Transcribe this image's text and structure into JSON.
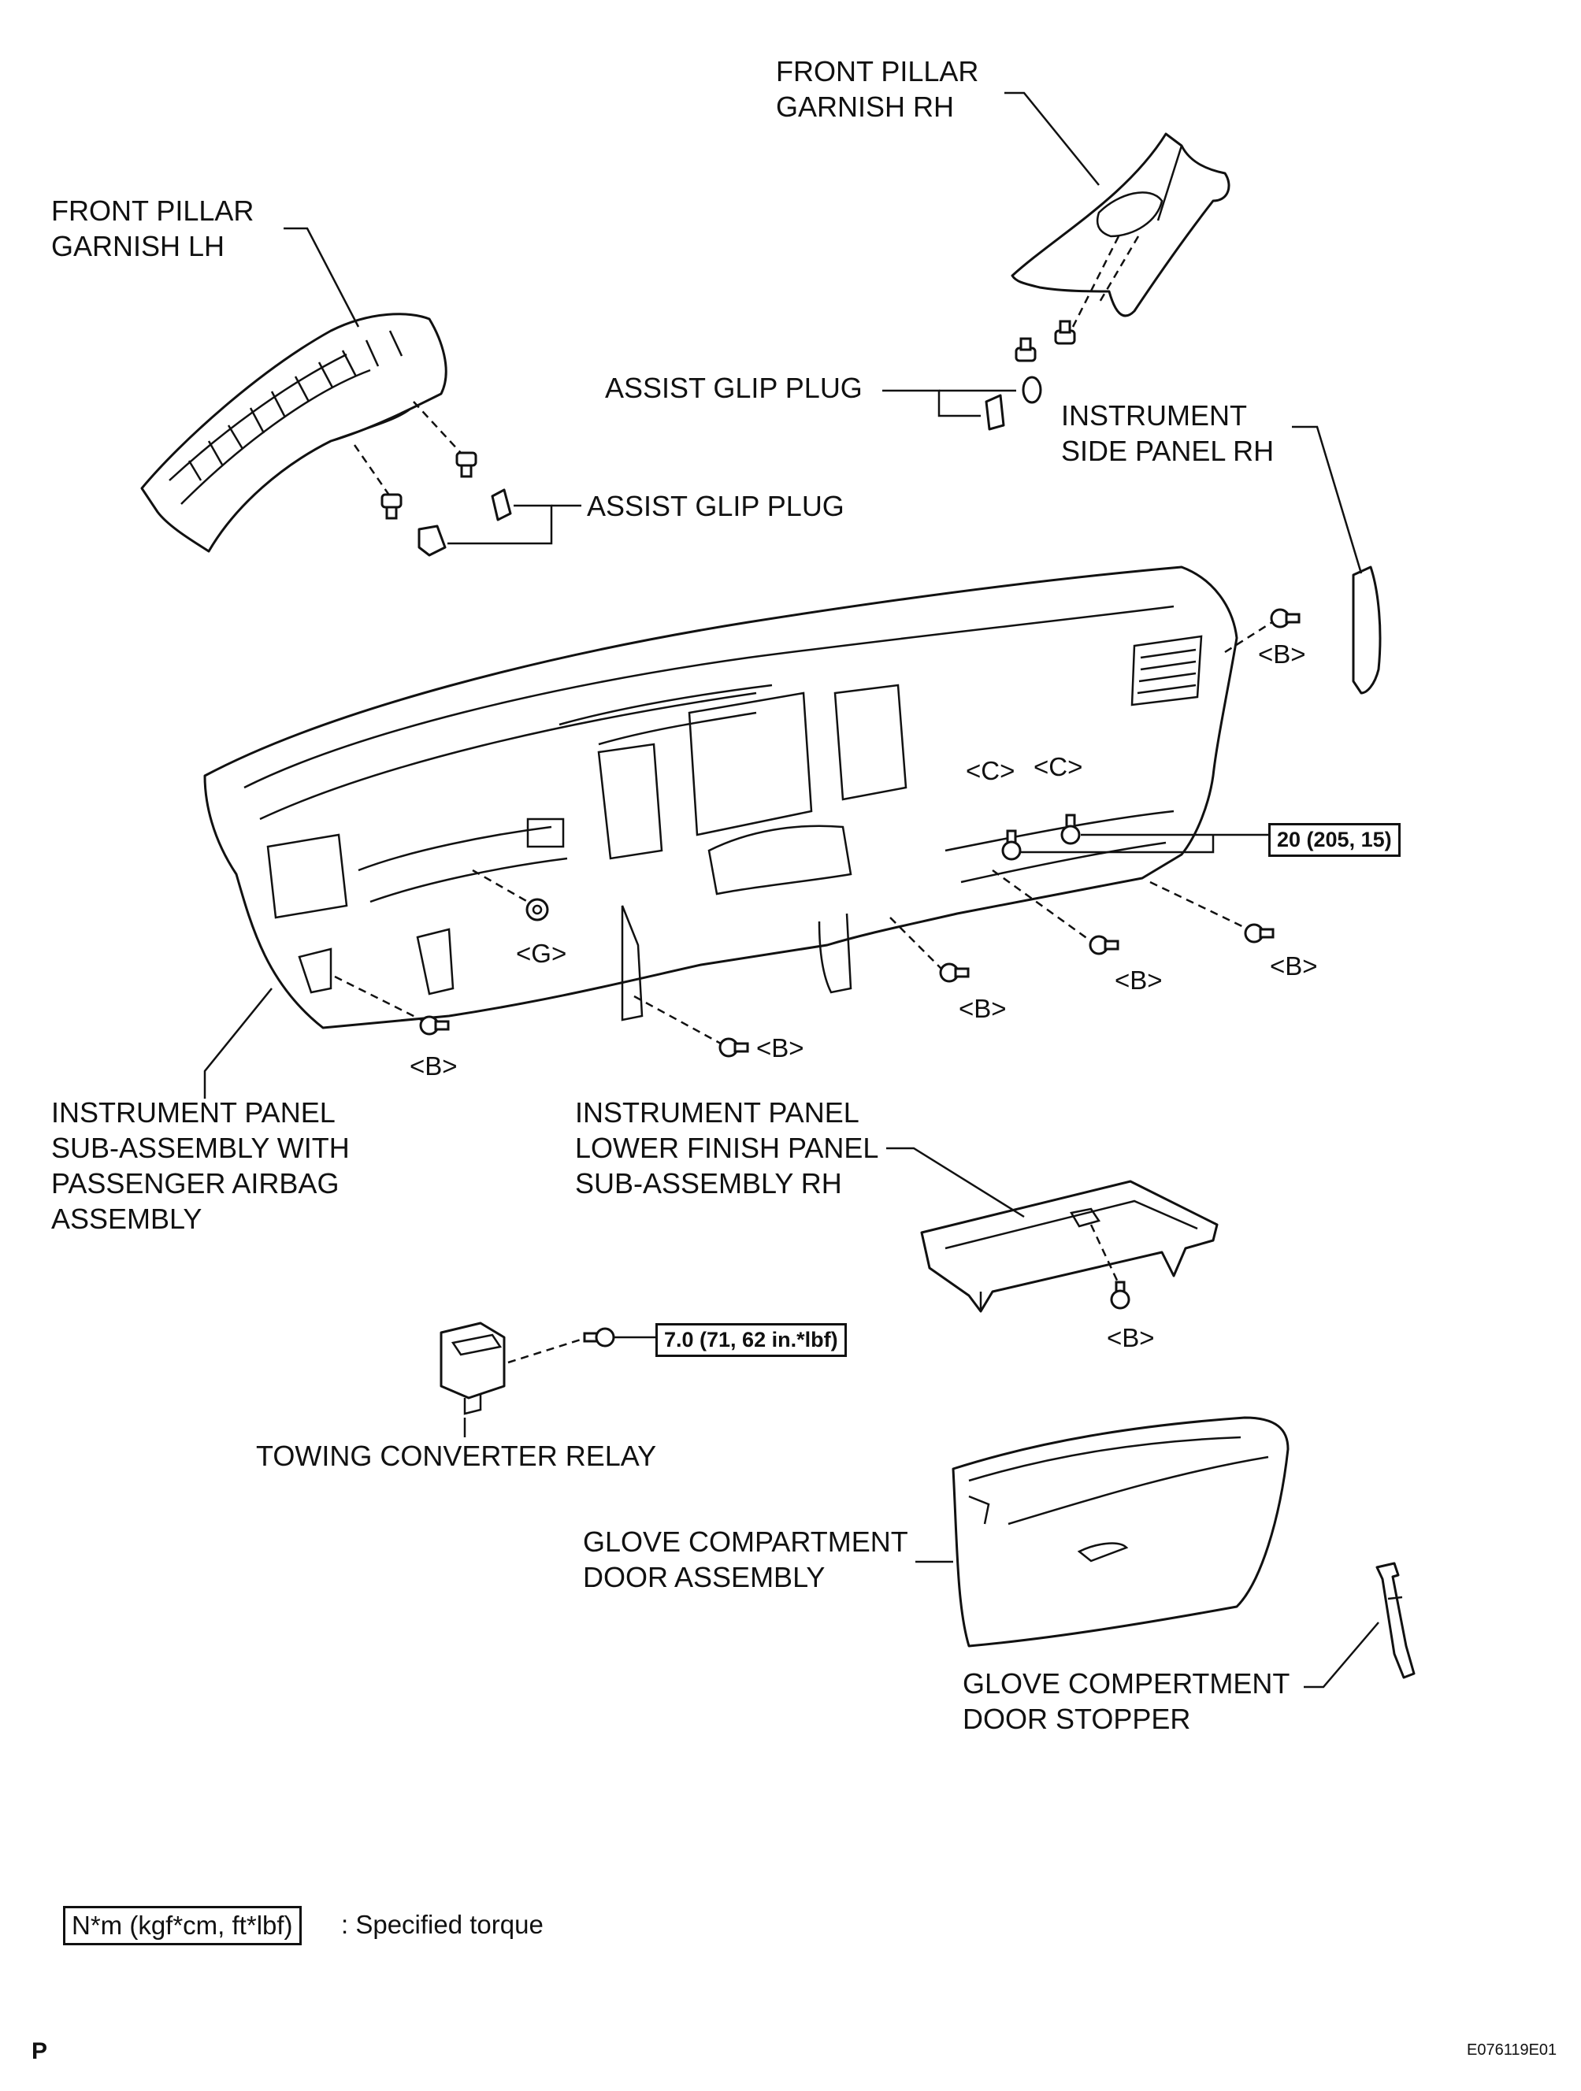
{
  "labels": {
    "front_pillar_rh": [
      "FRONT PILLAR",
      "GARNISH RH"
    ],
    "front_pillar_lh": [
      "FRONT PILLAR",
      "GARNISH LH"
    ],
    "assist_grip_plug_upper": "ASSIST GLIP PLUG",
    "assist_grip_plug_lower": "ASSIST GLIP PLUG",
    "instrument_side_panel_rh": [
      "INSTRUMENT",
      "SIDE PANEL RH"
    ],
    "instrument_panel_sub_assembly": [
      "INSTRUMENT PANEL",
      "SUB-ASSEMBLY WITH",
      "PASSENGER AIRBAG",
      "ASSEMBLY"
    ],
    "lower_finish_panel_rh": [
      "INSTRUMENT PANEL",
      "LOWER FINISH PANEL",
      "SUB-ASSEMBLY RH"
    ],
    "towing_converter_relay": "TOWING CONVERTER RELAY",
    "glove_compartment_door": [
      "GLOVE COMPARTMENT",
      "DOOR ASSEMBLY"
    ],
    "glove_door_stopper": [
      "GLOVE COMPERTMENT",
      "DOOR STOPPER"
    ]
  },
  "fastener_tags": {
    "b": "<B>",
    "c": "<C>",
    "g": "<G>"
  },
  "torque": {
    "upper": "20 (205, 15)",
    "relay": "7.0 (71, 62 in.*lbf)"
  },
  "legend": {
    "box": "N*m (kgf*cm, ft*lbf)",
    "text": ": Specified torque"
  },
  "footer": {
    "page_letter": "P",
    "figure_code": "E076119E01"
  }
}
